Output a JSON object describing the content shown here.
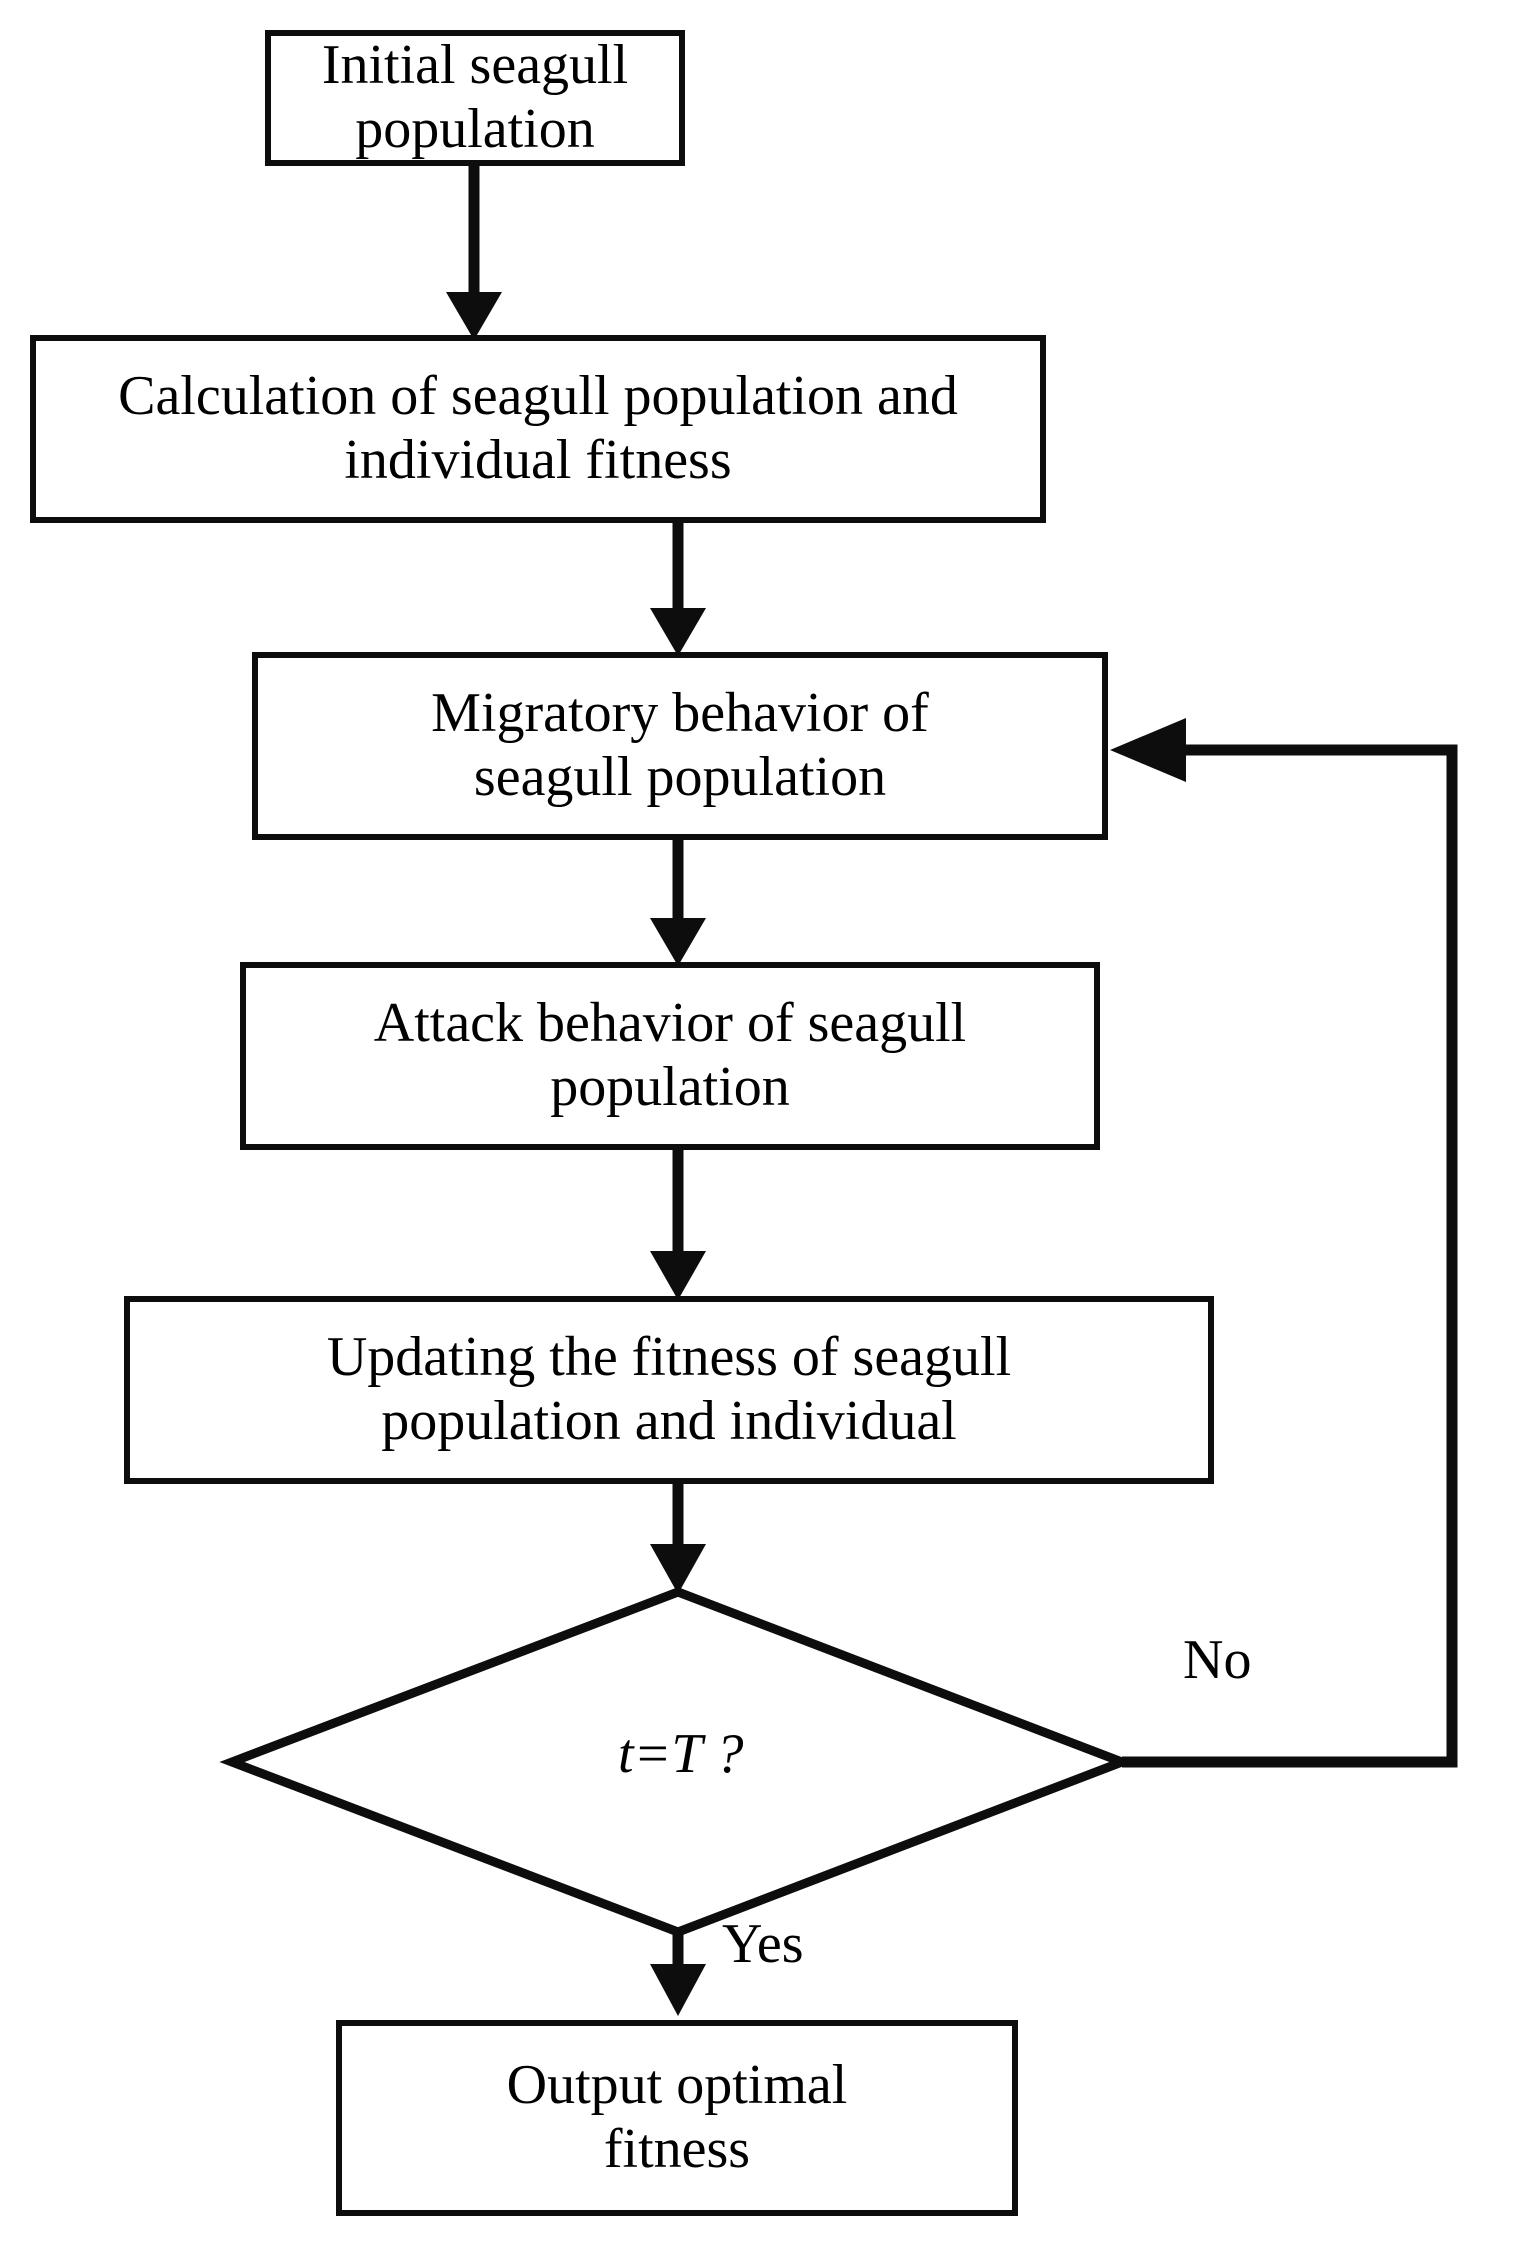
{
  "diagram": {
    "title": "Seagull Optimization Algorithm Flowchart",
    "background_color": "#ffffff",
    "line_color": "#0d0d0d",
    "text_color": "#000000"
  },
  "nodes": {
    "initial": {
      "id": "initial-seagull-population",
      "shape": "rectangle",
      "text": "Initial seagull\npopulation"
    },
    "calculation": {
      "id": "calculation-fitness",
      "shape": "rectangle",
      "text": "Calculation of seagull population and\nindividual fitness"
    },
    "migratory": {
      "id": "migratory-behavior",
      "shape": "rectangle",
      "text": "Migratory behavior of\nseagull population"
    },
    "attack": {
      "id": "attack-behavior",
      "shape": "rectangle",
      "text": "Attack behavior of seagull\npopulation"
    },
    "updating": {
      "id": "updating-fitness",
      "shape": "rectangle",
      "text": "Updating the fitness of seagull\npopulation and individual"
    },
    "decision": {
      "id": "termination-check",
      "shape": "diamond",
      "text": "t=T ?"
    },
    "output": {
      "id": "output-optimal-fitness",
      "shape": "rectangle",
      "text": "Output optimal\nfitness"
    }
  },
  "edge_labels": {
    "no": "No",
    "yes": "Yes"
  },
  "chart_data": {
    "type": "flowchart",
    "title": "Seagull Optimization Algorithm Flowchart",
    "nodes": [
      {
        "key": "initial",
        "label": "Initial seagull population",
        "shape": "rectangle"
      },
      {
        "key": "calculation",
        "label": "Calculation of seagull population and individual fitness",
        "shape": "rectangle"
      },
      {
        "key": "migratory",
        "label": "Migratory behavior of seagull population",
        "shape": "rectangle"
      },
      {
        "key": "attack",
        "label": "Attack behavior of seagull population",
        "shape": "rectangle"
      },
      {
        "key": "updating",
        "label": "Updating the fitness of seagull population and individual",
        "shape": "rectangle"
      },
      {
        "key": "decision",
        "label": "t=T ?",
        "shape": "diamond"
      },
      {
        "key": "output",
        "label": "Output optimal fitness",
        "shape": "rectangle"
      }
    ],
    "edges": [
      {
        "from": "initial",
        "to": "calculation",
        "label": ""
      },
      {
        "from": "calculation",
        "to": "migratory",
        "label": ""
      },
      {
        "from": "migratory",
        "to": "attack",
        "label": ""
      },
      {
        "from": "attack",
        "to": "updating",
        "label": ""
      },
      {
        "from": "updating",
        "to": "decision",
        "label": ""
      },
      {
        "from": "decision",
        "to": "output",
        "label": "Yes"
      },
      {
        "from": "decision",
        "to": "migratory",
        "label": "No"
      }
    ]
  }
}
